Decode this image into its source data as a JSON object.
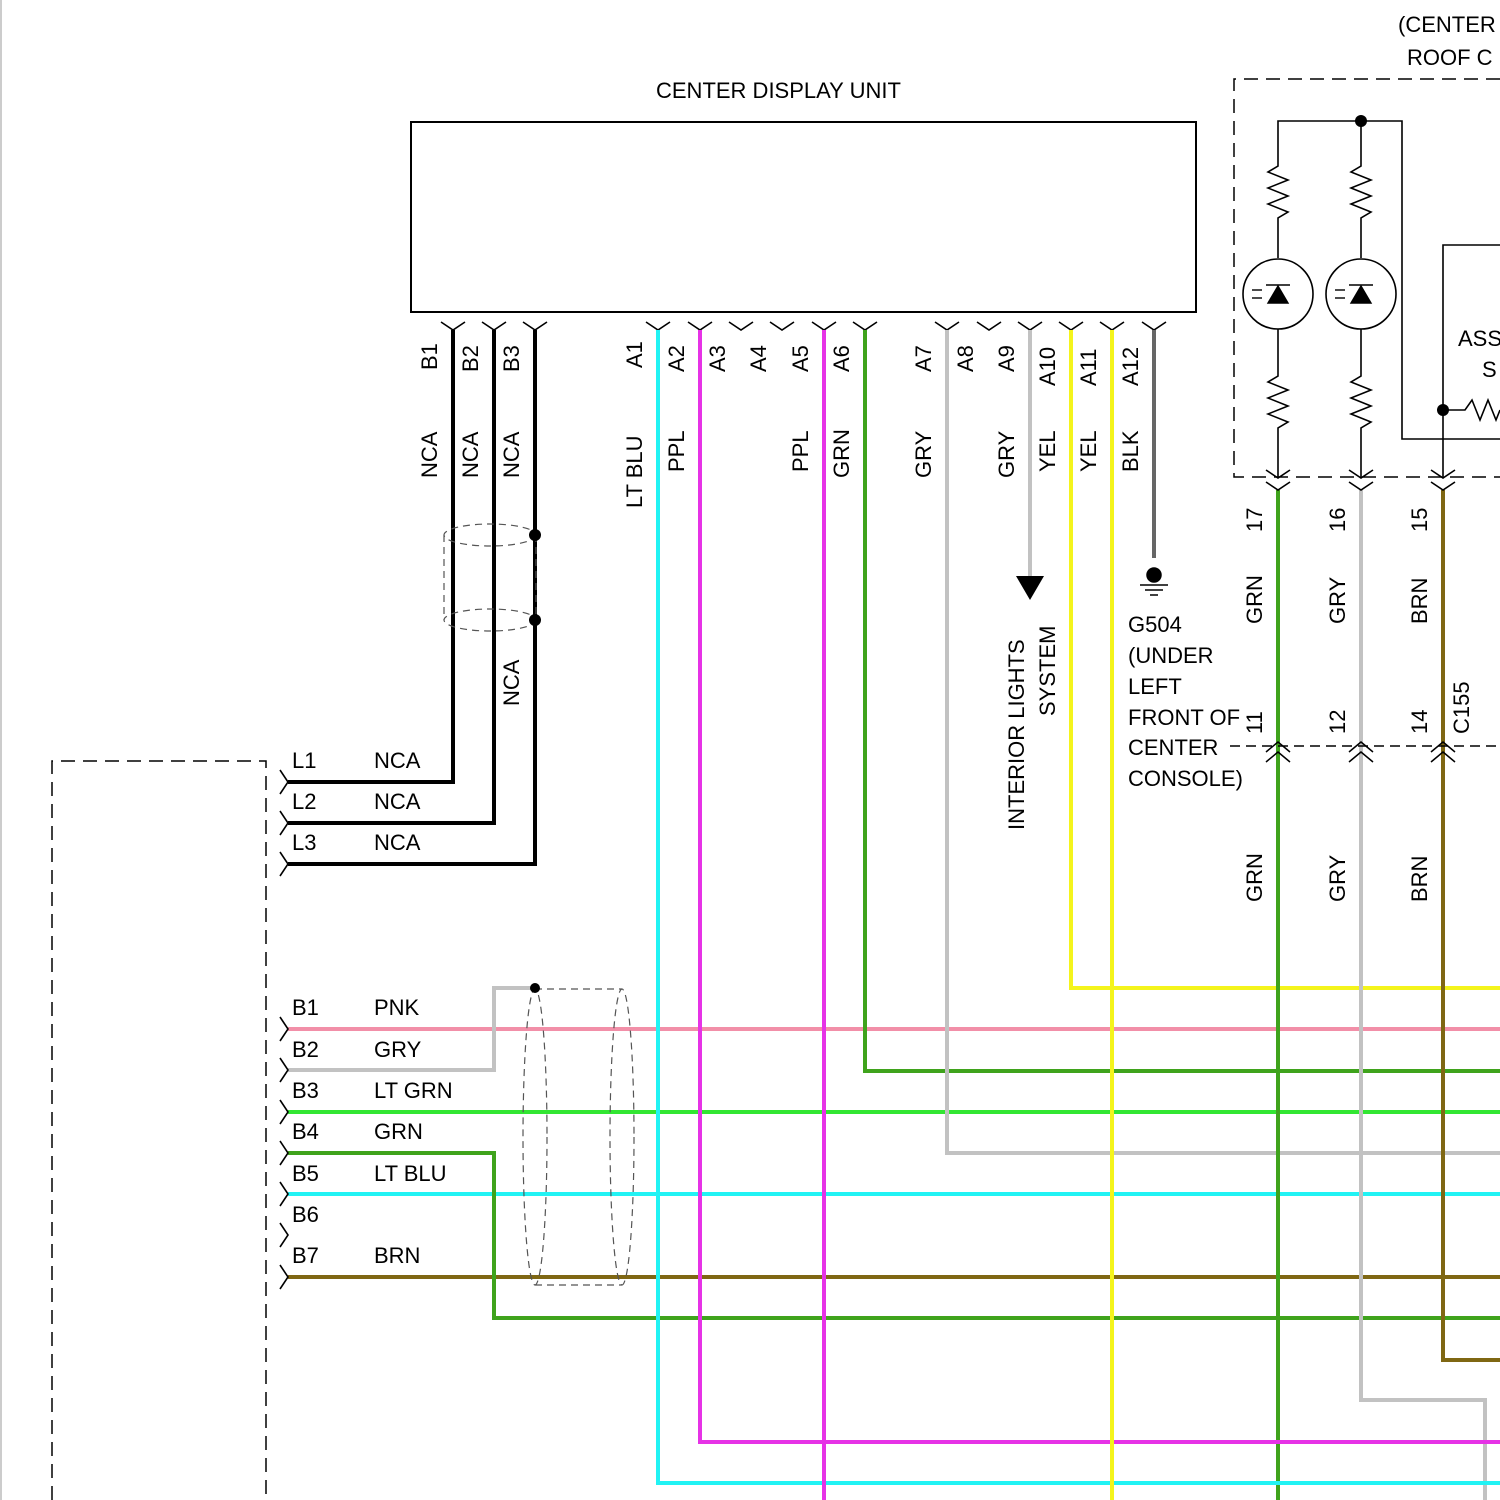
{
  "colors": {
    "BLACK": "#000000",
    "LT_BLU": "#21f3f4",
    "PPL": "#e632e6",
    "GRN": "#3fa31c",
    "GRY": "#c2c2c2",
    "YEL": "#f4f41c",
    "BLK_GRAY": "#666666",
    "PNK": "#f28fa8",
    "LT_GRN": "#32e632",
    "BRN": "#7f6713"
  },
  "titles": {
    "center_display_unit": "CENTER DISPLAY UNIT",
    "roof_line1": "(CENTER",
    "roof_line2": "ROOF C",
    "ass_line1": "ASS",
    "ass_line2": "S"
  },
  "pins": {
    "B1": "B1",
    "B2": "B2",
    "B3": "B3",
    "A1": "A1",
    "A2": "A2",
    "A3": "A3",
    "A4": "A4",
    "A5": "A5",
    "A6": "A6",
    "A7": "A7",
    "A8": "A8",
    "A9": "A9",
    "A10": "A10",
    "A11": "A11",
    "A12": "A12"
  },
  "wire_labels": {
    "nca_b1": "NCA",
    "nca_b2": "NCA",
    "nca_b3": "NCA",
    "nca_lower": "NCA",
    "a1": "LT BLU",
    "a2": "PPL",
    "a5": "PPL",
    "a6": "GRN",
    "a7": "GRY",
    "a9": "GRY",
    "a10": "YEL",
    "a11": "YEL",
    "a12": "BLK"
  },
  "interior_lights": {
    "line1": "INTERIOR LIGHTS",
    "line2": "SYSTEM"
  },
  "ground": {
    "line1": "G504",
    "line2": "(UNDER",
    "line3": "LEFT",
    "line4": "FRONT OF",
    "line5": "CENTER",
    "line6": "CONSOLE)"
  },
  "right_connectors": {
    "pin17": "17",
    "pin16": "16",
    "pin15": "15",
    "pin11": "11",
    "pin12": "12",
    "pin14": "14",
    "c155": "C155",
    "grn_upper": "GRN",
    "gry_upper": "GRY",
    "brn_upper": "BRN",
    "grn_lower": "GRN",
    "gry_lower": "GRY",
    "brn_lower": "BRN"
  },
  "left_connector": {
    "rows": [
      {
        "pin": "L1",
        "color": "NCA"
      },
      {
        "pin": "L2",
        "color": "NCA"
      },
      {
        "pin": "L3",
        "color": "NCA"
      },
      {
        "pin": "B1",
        "color": "PNK"
      },
      {
        "pin": "B2",
        "color": "GRY"
      },
      {
        "pin": "B3",
        "color": "LT GRN"
      },
      {
        "pin": "B4",
        "color": "GRN"
      },
      {
        "pin": "B5",
        "color": "LT BLU"
      },
      {
        "pin": "B6",
        "color": ""
      },
      {
        "pin": "B7",
        "color": "BRN"
      }
    ]
  }
}
